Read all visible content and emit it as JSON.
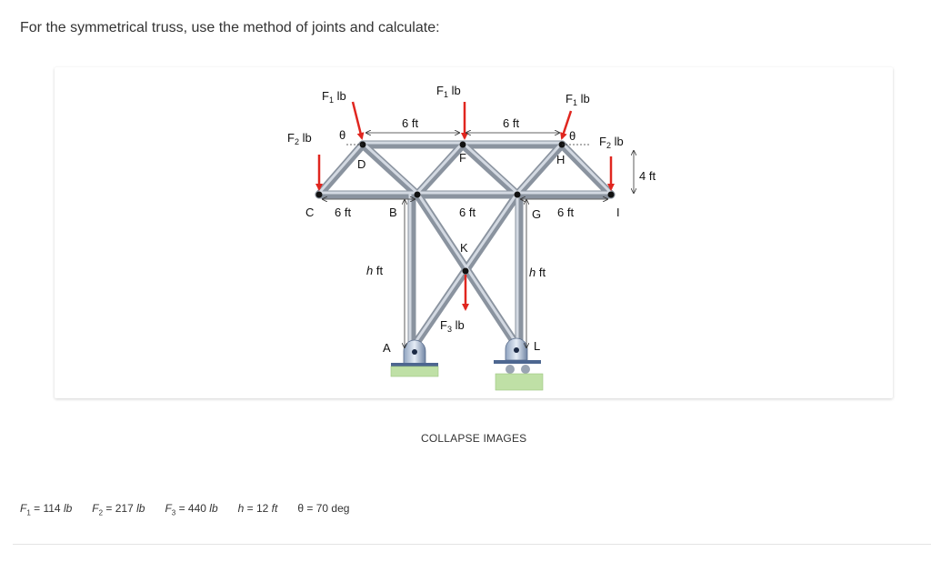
{
  "question": "For the symmetrical truss, use the method of joints and calculate:",
  "collapse_label": "COLLAPSE IMAGES",
  "figure": {
    "joints": {
      "A": "A",
      "B": "B",
      "C": "C",
      "D": "D",
      "F": "F",
      "G": "G",
      "H": "H",
      "I": "I",
      "K": "K",
      "L": "L"
    },
    "loads": {
      "F1": {
        "sym": "F",
        "sub": "1",
        "unit": " lb"
      },
      "F2": {
        "sym": "F",
        "sub": "2",
        "unit": " lb"
      },
      "F3": {
        "sym": "F",
        "sub": "3",
        "unit": " lb"
      }
    },
    "angle": "θ",
    "dims": {
      "six_ft": "6 ft",
      "four_ft": "4 ft",
      "h_sym": "h",
      "h_unit": " ft"
    }
  },
  "params": [
    {
      "sym": "F",
      "sub": "1",
      "rest": " = 114 ",
      "unit": "lb"
    },
    {
      "sym": "F",
      "sub": "2",
      "rest": " = 217 ",
      "unit": "lb"
    },
    {
      "sym": "F",
      "sub": "3",
      "rest": " = 440 ",
      "unit": "lb"
    },
    {
      "sym": "h",
      "sub": "",
      "rest": " = 12 ",
      "unit": "ft"
    },
    {
      "sym": "θ",
      "sub": "",
      "rest": " = 70 deg",
      "unit": ""
    }
  ]
}
